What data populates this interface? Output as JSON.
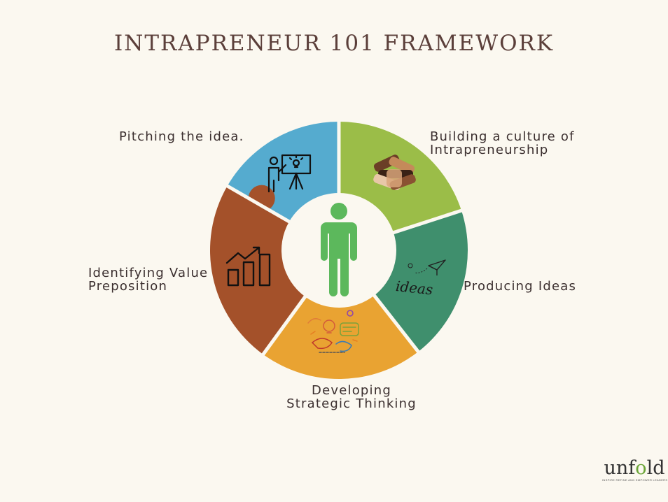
{
  "title": "INTRAPRENEUR 101 FRAMEWORK",
  "segments": [
    {
      "id": "pitching",
      "lines": [
        "Pitching the idea."
      ],
      "color": "#55abcf",
      "icon": "presentation-board-icon"
    },
    {
      "id": "culture",
      "lines": [
        "Building a culture of",
        "Intrapreneurship"
      ],
      "color": "#9bbd48",
      "icon": "stacked-hands-icon"
    },
    {
      "id": "ideas",
      "lines": [
        "Producing Ideas"
      ],
      "color": "#3f8f6d",
      "icon": "ideas-paper-plane-icon"
    },
    {
      "id": "strategic",
      "lines": [
        "Developing",
        "Strategic Thinking"
      ],
      "color": "#e9a332",
      "icon": "strategy-doodle-icon"
    },
    {
      "id": "value",
      "lines": [
        "Identifying Value",
        "Preposition"
      ],
      "color": "#a4512a",
      "icon": "growth-chart-icon"
    }
  ],
  "center": {
    "icon": "person-icon",
    "color": "#5cb85c"
  },
  "icon_text": {
    "ideas": "ideas"
  },
  "brand": {
    "name_part1": "un",
    "name_o": "f",
    "name_part2": "ld",
    "tagline": "INSPIRE REFINE AND EMPOWER LEADERS"
  }
}
